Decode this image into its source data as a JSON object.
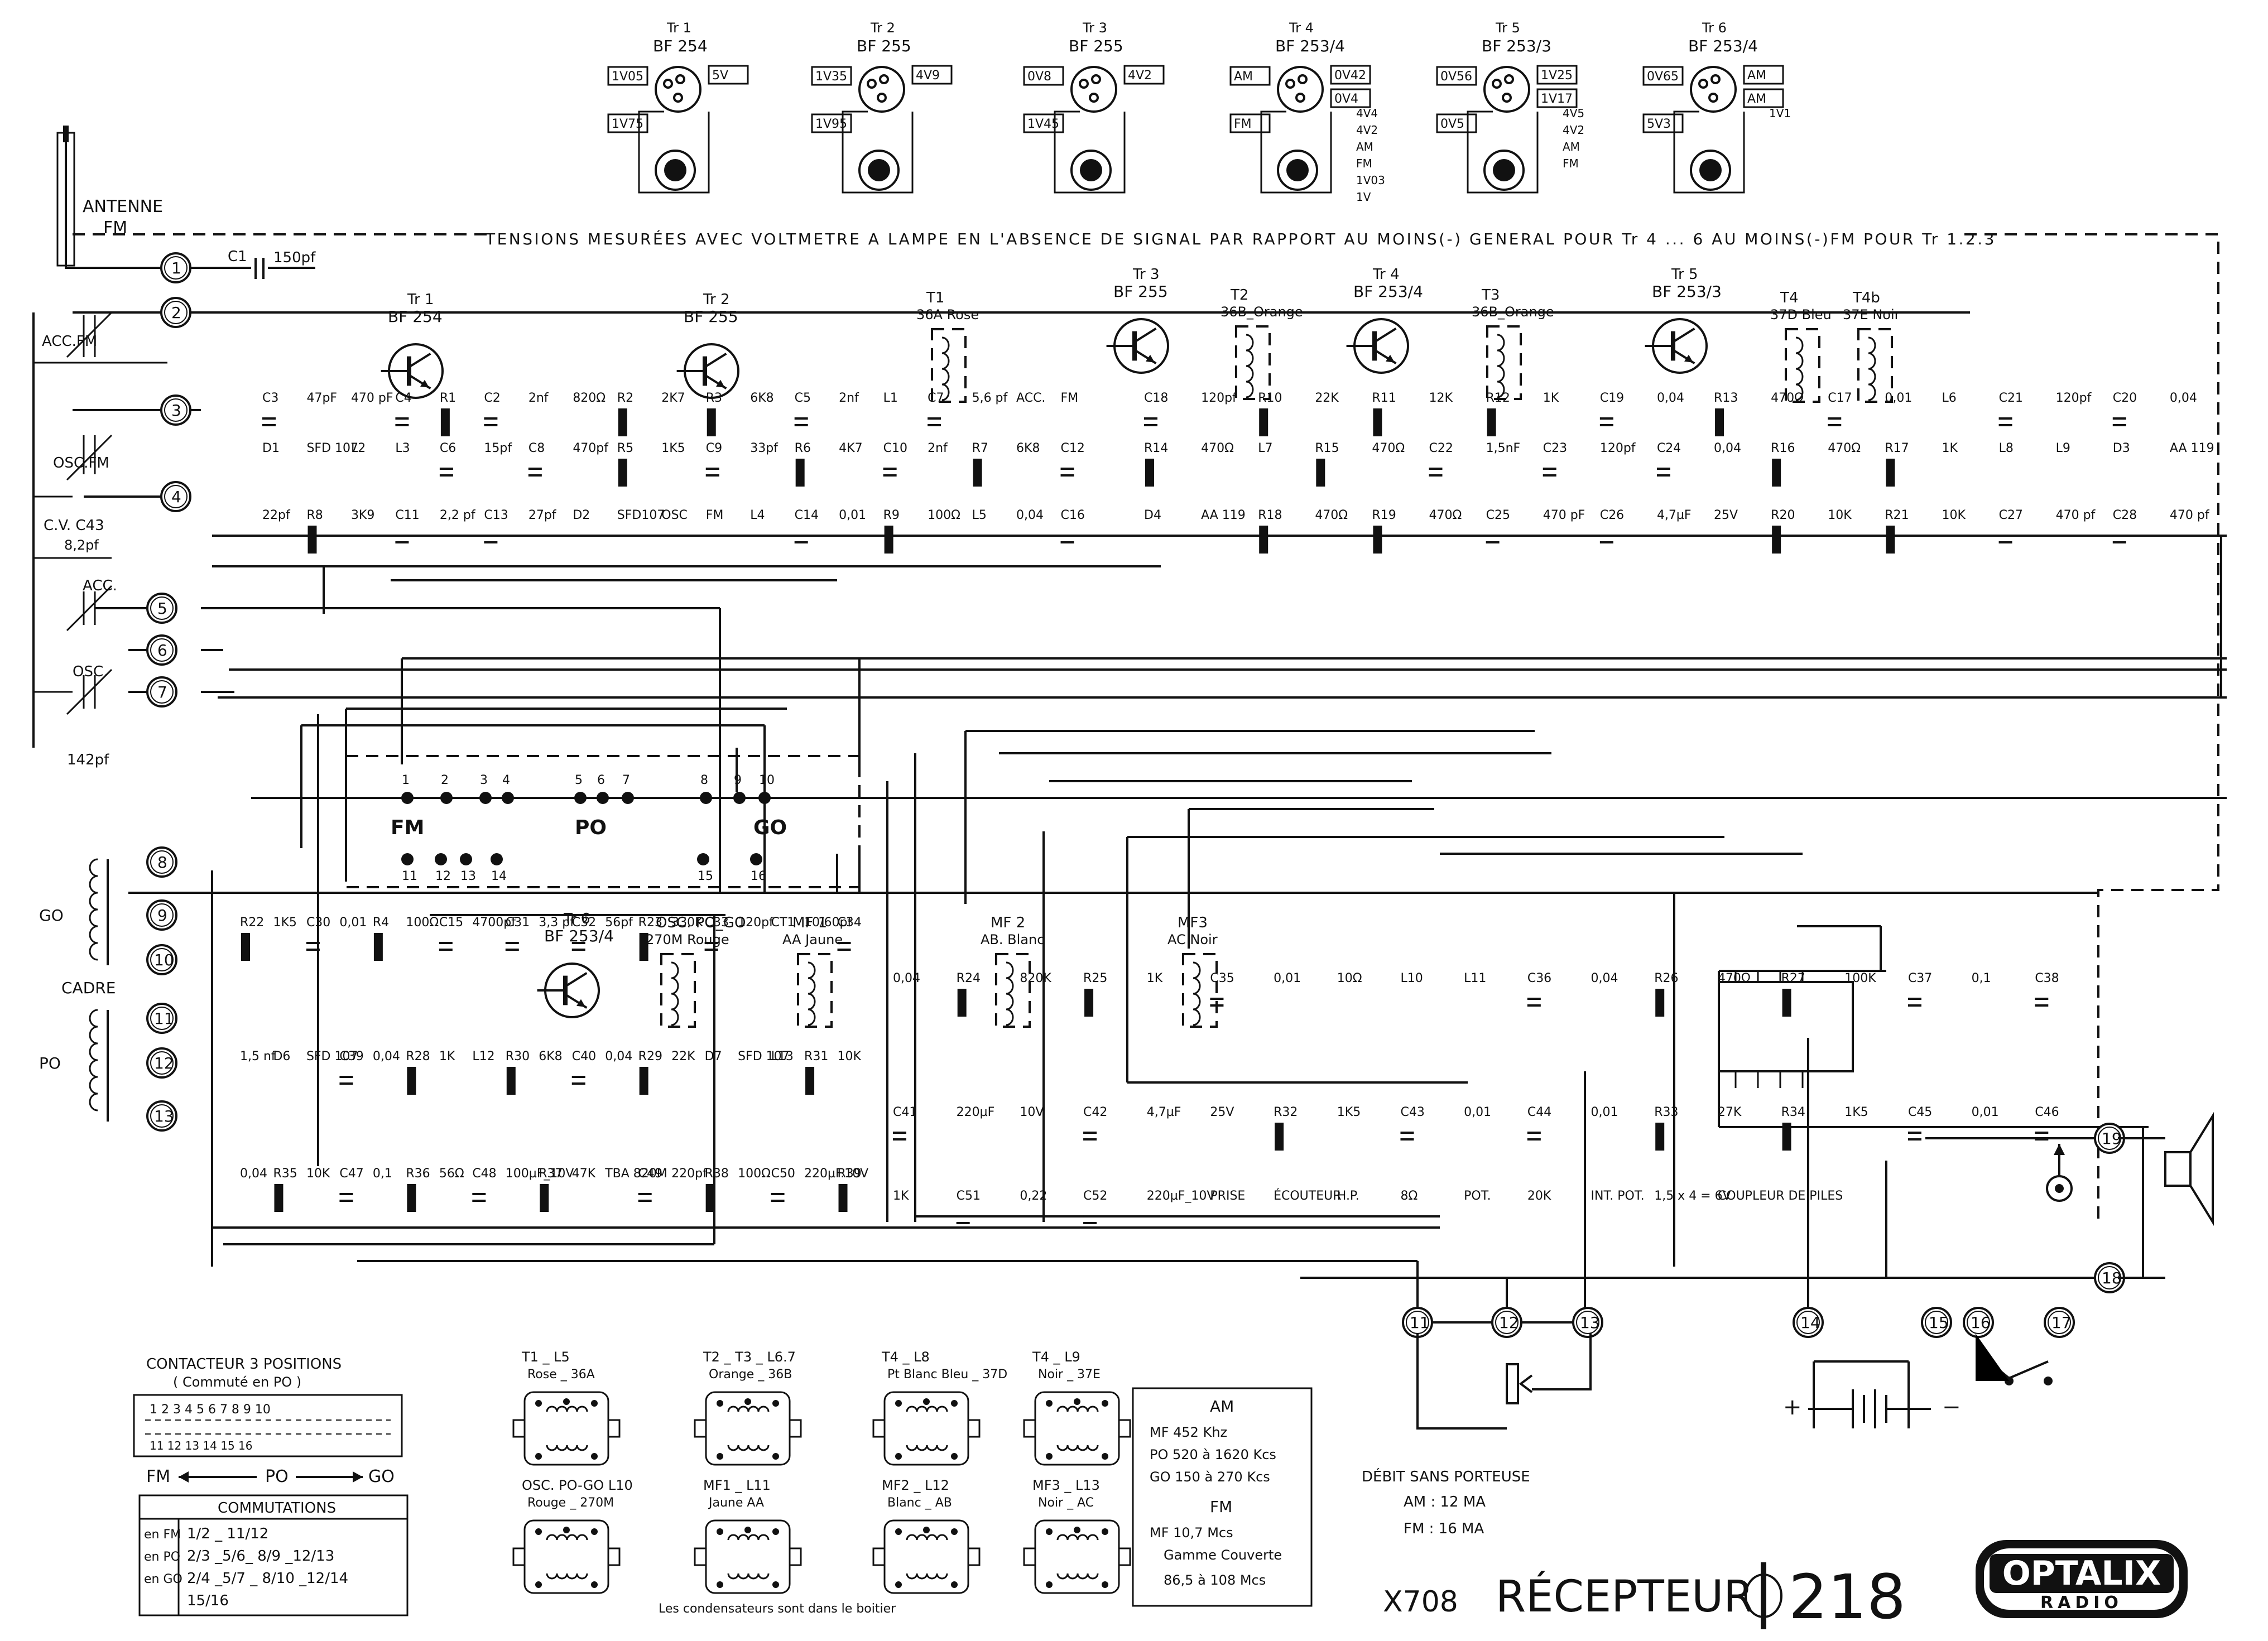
{
  "header_transistors": [
    {
      "ref": "Tr 1",
      "type": "BF 254",
      "voltages": [
        "1V05",
        "1V75",
        "5V"
      ]
    },
    {
      "ref": "Tr 2",
      "type": "BF 255",
      "voltages": [
        "1V35",
        "1V95",
        "4V9"
      ]
    },
    {
      "ref": "Tr 3",
      "type": "BF 255",
      "voltages": [
        "0V8",
        "1V45",
        "4V2"
      ]
    },
    {
      "ref": "Tr 4",
      "type": "BF 253/4",
      "voltages": [
        "AM",
        "FM",
        "0V42",
        "0V4",
        "4V4",
        "4V2",
        "AM",
        "FM",
        "1V03",
        "1V"
      ]
    },
    {
      "ref": "Tr 5",
      "type": "BF 253/3",
      "voltages": [
        "0V56",
        "0V5",
        "1V25",
        "1V17",
        "4V5",
        "4V2",
        "AM",
        "FM"
      ]
    },
    {
      "ref": "Tr 6",
      "type": "BF 253/4",
      "voltages": [
        "0V65",
        "5V3",
        "AM",
        "AM",
        "1V1"
      ]
    }
  ],
  "measurement_note": "TENSIONS MESURÉES AVEC VOLTMETRE A LAMPE EN L'ABSENCE DE SIGNAL PAR RAPPORT AU MOINS(-) GENERAL POUR Tr 4 ... 6 AU MOINS(-)FM POUR Tr 1.2.3",
  "antenna_label": [
    "ANTENNE",
    "FM"
  ],
  "terminals": [
    "1",
    "2",
    "3",
    "4",
    "5",
    "6",
    "7",
    "8",
    "9",
    "10",
    "11",
    "12",
    "13",
    "11",
    "12",
    "13",
    "14",
    "15",
    "16",
    "17",
    "18",
    "19"
  ],
  "left_labels": [
    "ACC.FM",
    "OSC.FM",
    "C.V. C43",
    "8,2pf",
    "ACC.",
    "OSC.",
    "142pf",
    "GO",
    "CADRE",
    "PO",
    "C1",
    "150pf"
  ],
  "stage_transistors": [
    {
      "ref": "Tr 1",
      "type": "BF 254"
    },
    {
      "ref": "Tr 2",
      "type": "BF 255"
    },
    {
      "ref": "Tr 3",
      "type": "BF 255"
    },
    {
      "ref": "Tr 4",
      "type": "BF 253/4"
    },
    {
      "ref": "Tr 5",
      "type": "BF 253/3"
    },
    {
      "ref": "Tr 6",
      "type": "BF 253/4"
    }
  ],
  "transformers": [
    {
      "ref": "T1",
      "name": "36A Rose"
    },
    {
      "ref": "T2",
      "name": "36B_Orange"
    },
    {
      "ref": "T3",
      "name": "36B_Orange"
    },
    {
      "ref": "T4",
      "name": "37D Bleu"
    },
    {
      "ref": "T4b",
      "name": "37E Noir"
    },
    {
      "ref": "MF 1",
      "name": "AA Jaune"
    },
    {
      "ref": "MF 2",
      "name": "AB. Blanc"
    },
    {
      "ref": "MF3",
      "name": "AC Noir"
    },
    {
      "ref": "OSC. PO_GO",
      "name": "270M Rouge"
    }
  ],
  "components": [
    "C3",
    "47pF",
    "470 pF",
    "C4",
    "R1",
    "C2",
    "2nf",
    "820Ω",
    "R2",
    "2K7",
    "R3",
    "6K8",
    "C5",
    "2nf",
    "L1",
    "C7",
    "5,6 pf",
    "ACC.",
    "FM",
    "D1",
    "SFD 107",
    "L2",
    "L3",
    "C6",
    "15pf",
    "C8",
    "470pf",
    "R5",
    "1K5",
    "C9",
    "33pf",
    "R6",
    "4K7",
    "C10",
    "2nf",
    "R7",
    "6K8",
    "C12",
    "22pf",
    "R8",
    "3K9",
    "C11",
    "2,2 pf",
    "C13",
    "27pf",
    "D2",
    "SFD107",
    "OSC",
    "FM",
    "L4",
    "C14",
    "0,01",
    "R9",
    "100Ω",
    "L5",
    "0,04",
    "C16",
    "C18",
    "120pf",
    "R10",
    "22K",
    "R11",
    "12K",
    "R12",
    "1K",
    "C19",
    "0,04",
    "R13",
    "470Ω",
    "C17",
    "0,01",
    "L6",
    "C21",
    "120pf",
    "C20",
    "0,04",
    "R14",
    "470Ω",
    "L7",
    "R15",
    "470Ω",
    "C22",
    "1,5nF",
    "C23",
    "120pf",
    "C24",
    "0,04",
    "R16",
    "470Ω",
    "R17",
    "1K",
    "L8",
    "L9",
    "D3",
    "AA 119",
    "D4",
    "AA 119",
    "R18",
    "470Ω",
    "R19",
    "470Ω",
    "C25",
    "470 pF",
    "C26",
    "4,7µF",
    "25V",
    "R20",
    "10K",
    "R21",
    "10K",
    "C27",
    "470 pf",
    "C28",
    "470 pf",
    "R22",
    "1K5",
    "C30",
    "0,01",
    "R4",
    "100Ω",
    "C15",
    "4700pf",
    "C31",
    "3,3 pf",
    "C32",
    "56pf",
    "R23",
    "330K",
    "C33",
    "120pf",
    "CT1",
    "10/60pf",
    "C34",
    "0,04",
    "R24",
    "820K",
    "R25",
    "1K",
    "C35",
    "0,01",
    "10Ω",
    "L10",
    "L11",
    "C36",
    "0,04",
    "R26",
    "470Ω",
    "R27",
    "100K",
    "C37",
    "0,1",
    "C38",
    "1,5 nf",
    "D6",
    "SFD 107",
    "C39",
    "0,04",
    "R28",
    "1K",
    "L12",
    "R30",
    "6K8",
    "C40",
    "0,04",
    "R29",
    "22K",
    "D7",
    "SFD 107",
    "L13",
    "R31",
    "10K",
    "C41",
    "220µF",
    "10V",
    "C42",
    "4,7µF",
    "25V",
    "R32",
    "1K5",
    "C43",
    "0,01",
    "C44",
    "0,01",
    "R33",
    "27K",
    "R34",
    "1K5",
    "C45",
    "0,01",
    "C46",
    "0,04",
    "R35",
    "10K",
    "C47",
    "0,1",
    "R36",
    "56Ω",
    "C48",
    "100µF_10V",
    "R37",
    "47K",
    "TBA 820M",
    "C49",
    "220pf",
    "R38",
    "100Ω",
    "C50",
    "220µF.10V",
    "R39",
    "1K",
    "C51",
    "0,22",
    "C52",
    "220µF_10V",
    "PRISE",
    "ÉCOUTEUR",
    "H.P.",
    "8Ω",
    "POT.",
    "20K",
    "INT. POT.",
    "1,5 x 4 = 6V",
    "COUPLEUR DE PILES"
  ],
  "switch_block": {
    "labels": [
      "FM",
      "PO",
      "GO"
    ],
    "pins": [
      "1",
      "2",
      "3",
      "4",
      "5",
      "6",
      "7",
      "8",
      "9",
      "10",
      "11",
      "12",
      "13",
      "14",
      "15",
      "16"
    ]
  },
  "contactor": {
    "title": "CONTACTEUR 3 POSITIONS",
    "subtitle": "( Commuté en PO )",
    "top_numbers": "1 2 3 4    5 6 7 8    9 10",
    "bottom_numbers": "11   12 13 14            15   16",
    "direction": [
      "FM",
      "PO",
      "GO"
    ],
    "commutations_title": "COMMUTATIONS",
    "rows": [
      {
        "mode": "en FM",
        "value": "1/2 _ 11/12"
      },
      {
        "mode": "en PO",
        "value": "2/3 _5/6_ 8/9 _12/13"
      },
      {
        "mode": "en GO",
        "value": "2/4 _5/7 _ 8/10 _12/14"
      },
      {
        "mode": "",
        "value": "15/16"
      }
    ]
  },
  "pinouts": [
    {
      "title": "T1 _ L5",
      "sub": "Rose _ 36A"
    },
    {
      "title": "T2 _ T3 _ L6.7",
      "sub": "Orange _ 36B"
    },
    {
      "title": "T4 _ L8",
      "sub": "Pt Blanc  Bleu _ 37D"
    },
    {
      "title": "T4 _ L9",
      "sub": "Noir _ 37E"
    },
    {
      "title": "OSC. PO-GO L10",
      "sub": "Rouge _ 270M"
    },
    {
      "title": "MF1 _ L11",
      "sub": "Jaune AA"
    },
    {
      "title": "MF2 _ L12",
      "sub": "Blanc _ AB"
    },
    {
      "title": "MF3 _ L13",
      "sub": "Noir _ AC"
    }
  ],
  "pinout_note": "Les condensateurs sont dans le boitier",
  "freq_box": {
    "am_title": "AM",
    "am_mf": "MF   452 Khz",
    "am_po": "PO   520  à  1620 Kcs",
    "am_go": "GO   150  à   270 Kcs",
    "fm_title": "FM",
    "fm_mf": "MF   10,7 Mcs",
    "fm_gamme": "Gamme Couverte",
    "fm_range": "86,5  à 108 Mcs"
  },
  "debit": {
    "title": "DÉBIT SANS PORTEUSE",
    "am": "AM :  12 MA",
    "fm": "FM :  16 MA"
  },
  "footer": {
    "code": "X708",
    "title": "RÉCEPTEUR",
    "model": "218",
    "brand": "OPTALIX",
    "brand_sub": "RADIO"
  }
}
